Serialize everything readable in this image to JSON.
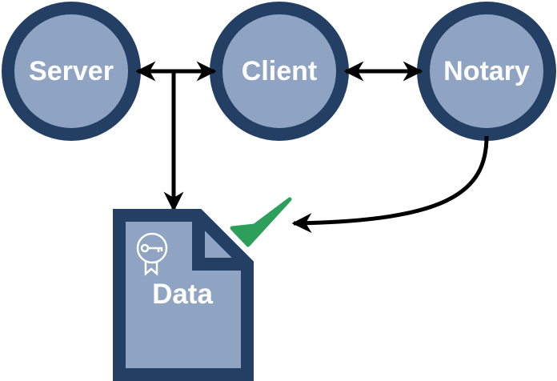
{
  "nodes": {
    "server": {
      "label": "Server"
    },
    "client": {
      "label": "Client"
    },
    "notary": {
      "label": "Notary"
    }
  },
  "document": {
    "label": "Data"
  },
  "colors": {
    "node_fill": "#8EA4C2",
    "node_stroke": "#243F64",
    "check": "#2E9E5B",
    "arrow": "#000000",
    "text": "#FFFFFF"
  },
  "icons": {
    "certificate": "certificate-key-icon",
    "verified": "checkmark-icon"
  }
}
